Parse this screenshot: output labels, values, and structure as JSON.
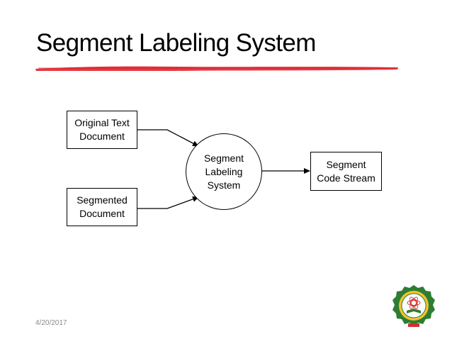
{
  "slide": {
    "title": "Segment Labeling System",
    "date": "4/20/2017"
  },
  "diagram": {
    "inputs": [
      {
        "label": "Original Text\nDocument"
      },
      {
        "label": "Segmented\nDocument"
      }
    ],
    "process": {
      "label": "Segment\nLabeling\nSystem"
    },
    "output": {
      "label": "Segment\nCode Stream"
    }
  },
  "colors": {
    "underline": "#e0202a",
    "text": "#000000",
    "date": "#8a8a8a",
    "logo_green": "#2e7d32",
    "logo_yellow": "#f2c230",
    "logo_red": "#d32f2f"
  },
  "icons": {
    "logo": "university-seal-logo"
  }
}
